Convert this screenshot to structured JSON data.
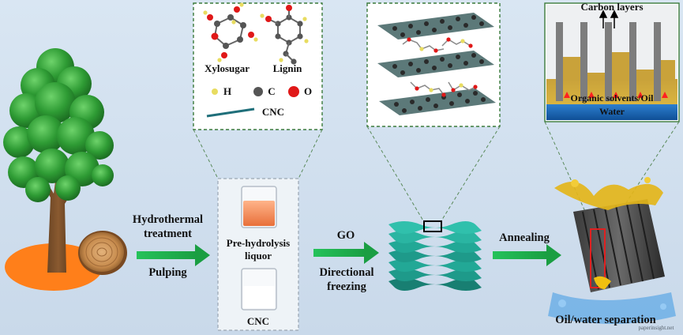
{
  "steps": {
    "step1_line1": "Hydrothermal",
    "step1_line2": "treatment",
    "step1_line3": "Pulping",
    "step2_line1": "GO",
    "step2_line2": "Directional",
    "step2_line3": "freezing",
    "step3_line1": "Annealing"
  },
  "beakers": {
    "prehydrolysis_line1": "Pre-hydrolysis",
    "prehydrolysis_line2": "liquor",
    "cnc": "CNC"
  },
  "molecules_inset": {
    "xylosugar": "Xylosugar",
    "lignin": "Lignin",
    "legend_h": "H",
    "legend_c": "C",
    "legend_o": "O",
    "legend_cnc": "CNC"
  },
  "carbon_inset": {
    "carbon_layers": "Carbon layers",
    "organic_solvents": "Organic solvents/Oil",
    "water": "Water"
  },
  "final_label": "Oil/water separation",
  "watermark": "paperinsight.net",
  "colors": {
    "arrow_green": "#1fb24a",
    "tree_green": "#2e8b2e",
    "orange_ground": "#ff7f1a",
    "sheet_teal": "#1e9a8a",
    "oil_yellow": "#d9a400",
    "water_blue": "#1a6fc4"
  }
}
